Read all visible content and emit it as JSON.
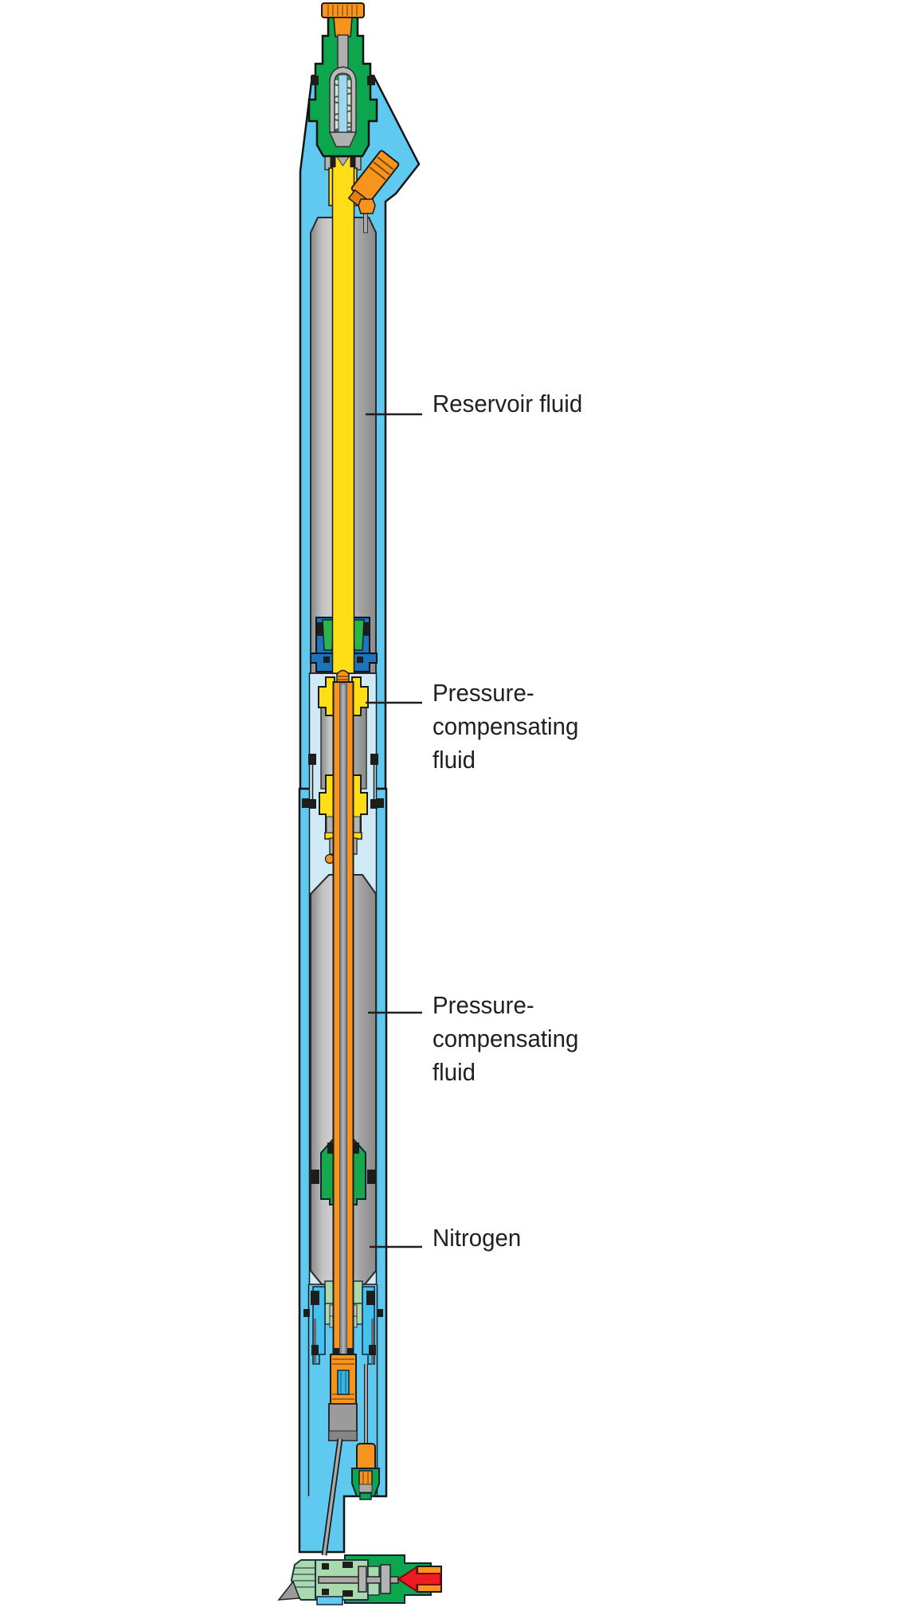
{
  "diagram": {
    "type": "tool-cross-section",
    "labels": [
      {
        "id": "reservoir-fluid",
        "text": "Reservoir fluid"
      },
      {
        "id": "pressure-compensating-fluid-upper",
        "text": "Pressure-\ncompensating\nfluid"
      },
      {
        "id": "pressure-compensating-fluid-lower",
        "text": "Pressure-\ncompensating\nfluid"
      },
      {
        "id": "nitrogen",
        "text": "Nitrogen"
      }
    ],
    "colors": {
      "housing_sky_blue": "#5fc9f0",
      "interior_pale_blue": "#cfe9f7",
      "cylinder_gray": "#b9b9b9",
      "reservoir_fluid_yellow": "#ffde17",
      "rod_orange": "#f7941e",
      "valve_green": "#0ca64f",
      "piston_dark_blue": "#1b75bc",
      "bright_blue": "#45c1f0",
      "pale_green": "#abd9ae",
      "flow_arrow_red": "#ed1c24",
      "seal_black": "#1d1d1b",
      "label_text": "#231f20"
    }
  }
}
